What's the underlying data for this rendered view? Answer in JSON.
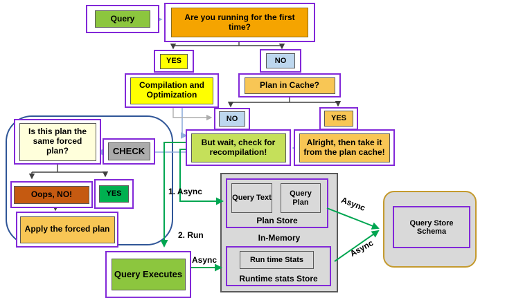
{
  "colors": {
    "purple_border": "#8228D8",
    "inner_border": "#595959",
    "dark_navy": "#2F5597",
    "gold_border": "#C49A2E",
    "container_gray": "#D9D9D9",
    "gray_box": "#ABABAB",
    "green_fill": "#8CC63E",
    "orange_dark": "#F5A400",
    "orange_dark_border": "#8a6d1f",
    "orange_light": "#F8C655",
    "yellow_fill": "#FFFF00",
    "lightblue_fill": "#BDD7EE",
    "lime_fill": "#C5E05A",
    "cream_fill": "#FFFFDB",
    "rust_fill": "#C55A11",
    "emerald_fill": "#00B050",
    "connector_dark": "#404040",
    "connector_blue": "#8FAEDC",
    "connector_gray": "#ADADAD",
    "connector_green": "#00A651"
  },
  "nodes": {
    "query": {
      "label": "Query"
    },
    "first_time": {
      "label": "Are you running for the first time?"
    },
    "yes_branch": {
      "label": "YES"
    },
    "no_branch": {
      "label": "NO"
    },
    "compilation": {
      "label": "Compilation and Optimization"
    },
    "plan_in_cache": {
      "label": "Plan in Cache?"
    },
    "no_cache": {
      "label": "NO"
    },
    "yes_cache": {
      "label": "YES"
    },
    "but_wait": {
      "label": "But wait, check for recompilation!"
    },
    "alright": {
      "label": "Alright, then take it from the plan cache!"
    },
    "is_plan_forced": {
      "label": "Is this plan the same forced plan?"
    },
    "check": {
      "label": "CHECK"
    },
    "oops_no": {
      "label": "Oops, NO!"
    },
    "yes_forced": {
      "label": "YES"
    },
    "apply_forced": {
      "label": "Apply the forced plan"
    },
    "query_executes": {
      "label": "Query Executes"
    },
    "query_text": {
      "label": "Query Text"
    },
    "query_plan": {
      "label": "Query Plan"
    },
    "plan_store": {
      "label": "Plan Store"
    },
    "in_memory": {
      "label": "In-Memory"
    },
    "run_time_stats": {
      "label": "Run time Stats"
    },
    "runtime_stats_store": {
      "label": "Runtime stats Store"
    },
    "query_store_schema": {
      "label": "Query Store Schema"
    }
  },
  "edge_labels": {
    "async_plan": "1. Async",
    "run": "2. Run",
    "async_runtime": "Async",
    "async_schema_top": "Async",
    "async_schema_bottom": "Async"
  }
}
